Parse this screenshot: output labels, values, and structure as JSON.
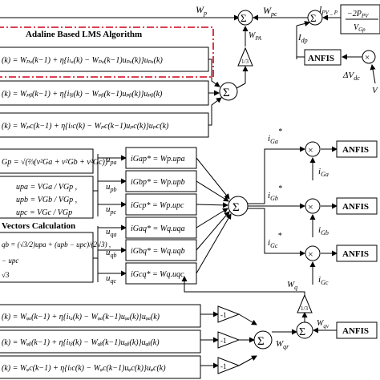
{
  "figure": {
    "lms_title": "Adaline Based LMS Algorithm",
    "vectors_title": "Vectors Calculation",
    "anfis": "ANFIS",
    "one_third": "1/3",
    "minus_one": "-1",
    "sigma": "Σ",
    "times": "×",
    "plus": "+",
    "minus": "−"
  },
  "signals": {
    "wp": "W",
    "wp_sub": "p",
    "wpc": "W",
    "wpc_sub": "pc",
    "wpa": "W",
    "wpa_sub": "PA",
    "ipv": "I",
    "ipv_sub": "PV _ P",
    "idp": "I",
    "idp_sub": "dp",
    "dvdc": "ΔV",
    "dvdc_sub": "dc",
    "vdc_cut": "V",
    "wq": "W",
    "wq_sub": "q",
    "wqr": "W",
    "wqr_sub": "qr",
    "wqv": "W",
    "wqv_sub": "qv",
    "iga": "i",
    "iga_sub": "Ga",
    "iga_star": "*",
    "igb": "i",
    "igb_sub": "Gb",
    "igb_star": "*",
    "igc": "i",
    "igc_sub": "Gc",
    "igc_star": "*",
    "iga_fb": "i",
    "iga_fb_sub": "Ga",
    "igb_fb": "i",
    "igb_fb_sub": "Gb",
    "igc_fb": "i",
    "igc_fb_sub": "Gc",
    "upa": "u",
    "upa_sub": "pa",
    "upb": "u",
    "upb_sub": "pb",
    "upc": "u",
    "upc_sub": "pc",
    "uqa": "u",
    "uqa_sub": "qa",
    "uqb": "u",
    "uqb_sub": "qb",
    "uqc": "u",
    "uqc_sub": "qc"
  },
  "pv_gain": {
    "num": "−2P",
    "num_sub": "PV",
    "den": "V",
    "den_sub": "Gp"
  },
  "lms_rows": [
    {
      "text": "(k) = Wₚₐ(k−1) + η{iₗₐ(k) − Wₚₐ(k−1)uₚₐ(k)}uₚₐ(k)"
    },
    {
      "text": "(k) = Wₚᵦ(k−1) + η{iₗᵦ(k) − Wₚᵦ(k−1)uₚᵦ(k)}uₚᵦ(k)"
    },
    {
      "text": "(k) = Wₚc(k−1) + η{iₗc(k) − Wₚc(k−1)uₚc(k)}uₚc(k)"
    }
  ],
  "lms_rows_q": [
    {
      "text": "(k) = Wᵩₐ(k−1) + η{iₗₐ(k) − Wᵩₐ(k−1)uᵩₐ(k)}uᵩₐ(k)"
    },
    {
      "text": "(k) = Wᵩᵦ(k−1) + η{iₗᵦ(k) − Wᵩᵦ(k−1)uᵩᵦ(k)}uᵩᵦ(k)"
    },
    {
      "text": "(k) = Wᵩc(k−1) + η{iₗc(k) − Wᵩc(k−1)uᵩc(k)}uᵩc(k)"
    }
  ],
  "vgp_formula": "Gp = √(⅔(v²Ga + v²Gb + v²Gc))",
  "unit_vectors": [
    "upa = VGa / VGp ,",
    "upb = VGb / VGp ,",
    "upc = VGc / VGp"
  ],
  "vectors_lines": [
    "qb = (√3/2)upa + (upb − upc)/(2√3) ,",
    "− upc",
    "√3"
  ],
  "ref_blocks": [
    {
      "label": "iGap* = Wp.upa"
    },
    {
      "label": "iGbp* = Wp.upb"
    },
    {
      "label": "iGcp* = Wp.upc"
    },
    {
      "label": "iGaq* = Wq.uqa"
    },
    {
      "label": "iGbq* = Wq.uqb"
    },
    {
      "label": "iGcq* = Wq.uqc"
    }
  ]
}
